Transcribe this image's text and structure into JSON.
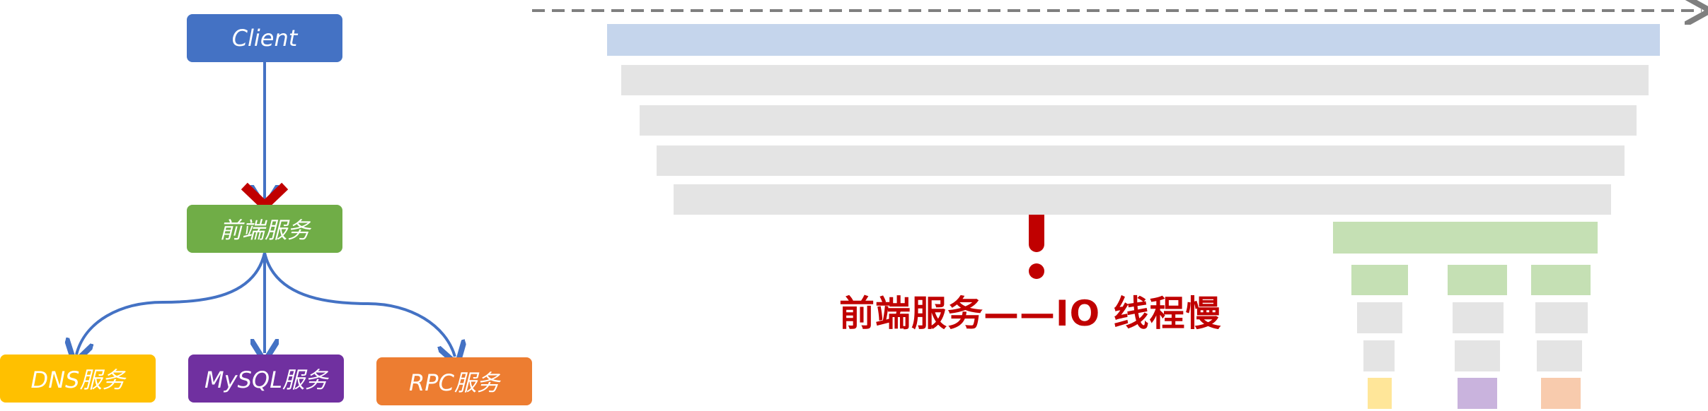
{
  "nodes": {
    "client": "Client",
    "frontend": "前端服务",
    "dns": "DNS服务",
    "mysql": "MySQL服务",
    "rpc": "RPC服务"
  },
  "warning": {
    "label": "前端服务——IO  线程慢"
  },
  "colors": {
    "client": "#4472c4",
    "frontend": "#70ad47",
    "dns": "#ffc000",
    "mysql": "#7030a0",
    "rpc": "#ed7d31",
    "arrow": "#4472c4",
    "cross": "#c00000",
    "warning": "#c00000",
    "bar_blue": "#c5d5ec",
    "bar_gray": "#e4e4e4",
    "bar_green": "#c5e0b4",
    "bar_yellow": "#ffe699",
    "bar_purple": "#c9b3dd",
    "bar_orange": "#f8cbad",
    "timeline": "#7f7f7f"
  }
}
